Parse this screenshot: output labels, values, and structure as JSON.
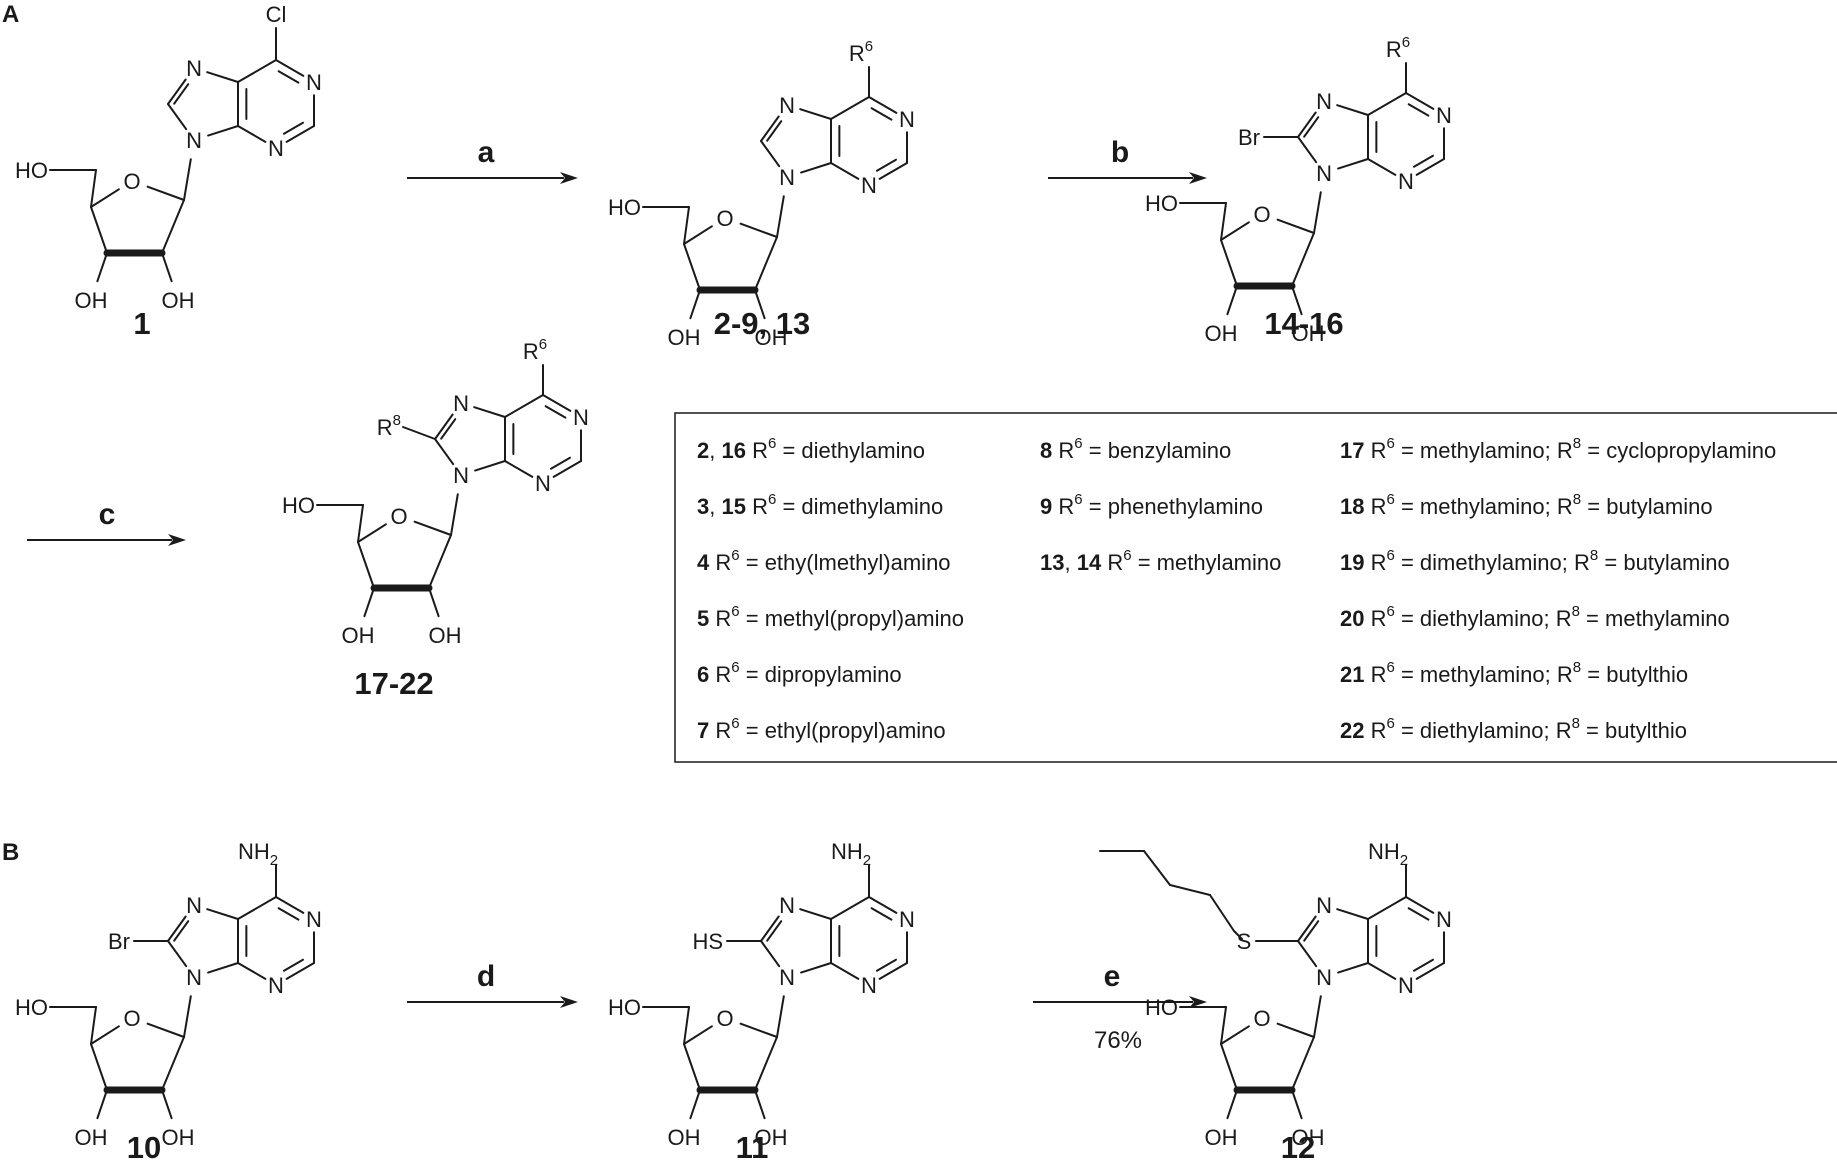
{
  "panels": {
    "A": "A",
    "B": "B"
  },
  "atoms": {
    "N": "N",
    "O": "O",
    "HO": "HO",
    "OH": "OH",
    "Cl": "Cl",
    "Br": "Br",
    "HS": "HS",
    "S": "S",
    "R": "R",
    "sup6": "6",
    "sup8": "8",
    "NH": "NH",
    "sub2": "2"
  },
  "compounds": {
    "c1": "1",
    "c2_9_13": "2-9, 13",
    "c14_16": "14-16",
    "c17_22": "17-22",
    "c10": "10",
    "c11": "11",
    "c12": "12"
  },
  "steps": {
    "a": "a",
    "b": "b",
    "c": "c",
    "d": "d",
    "e": "e",
    "e_yield": "76%"
  },
  "legend": {
    "col1": [
      {
        "bold": "2",
        "plain": ", ",
        "bold2": "16",
        "r6": "diethylamino"
      },
      {
        "bold": "3",
        "plain": ", ",
        "bold2": "15",
        "r6": "dimethylamino"
      },
      {
        "bold": "4",
        "plain": "",
        "bold2": "",
        "r6": "ethy(lmethyl)amino"
      },
      {
        "bold": "5",
        "plain": "",
        "bold2": "",
        "r6": "methyl(propyl)amino"
      },
      {
        "bold": "6",
        "plain": "",
        "bold2": "",
        "r6": "dipropylamino"
      },
      {
        "bold": "7",
        "plain": "",
        "bold2": "",
        "r6": "ethyl(propyl)amino"
      }
    ],
    "col2": [
      {
        "bold": "8",
        "plain": "",
        "bold2": "",
        "r6": "benzylamino"
      },
      {
        "bold": "9",
        "plain": "",
        "bold2": "",
        "r6": "phenethylamino"
      },
      {
        "bold": "13",
        "plain": ", ",
        "bold2": "14",
        "r6": "methylamino"
      }
    ],
    "col3": [
      {
        "bold": "17",
        "r6": "methylamino",
        "r8": "cyclopropylamino"
      },
      {
        "bold": "18",
        "r6": "methylamino",
        "r8": "butylamino"
      },
      {
        "bold": "19",
        "r6": "dimethylamino",
        "r8": "butylamino"
      },
      {
        "bold": "20",
        "r6": "diethylamino",
        "r8": "methylamino"
      },
      {
        "bold": "21",
        "r6": "methylamino",
        "r8": "butylthio"
      },
      {
        "bold": "22",
        "r6": "diethylamino",
        "r8": "butylthio"
      }
    ],
    "eq": " = ",
    "sep": "; "
  }
}
